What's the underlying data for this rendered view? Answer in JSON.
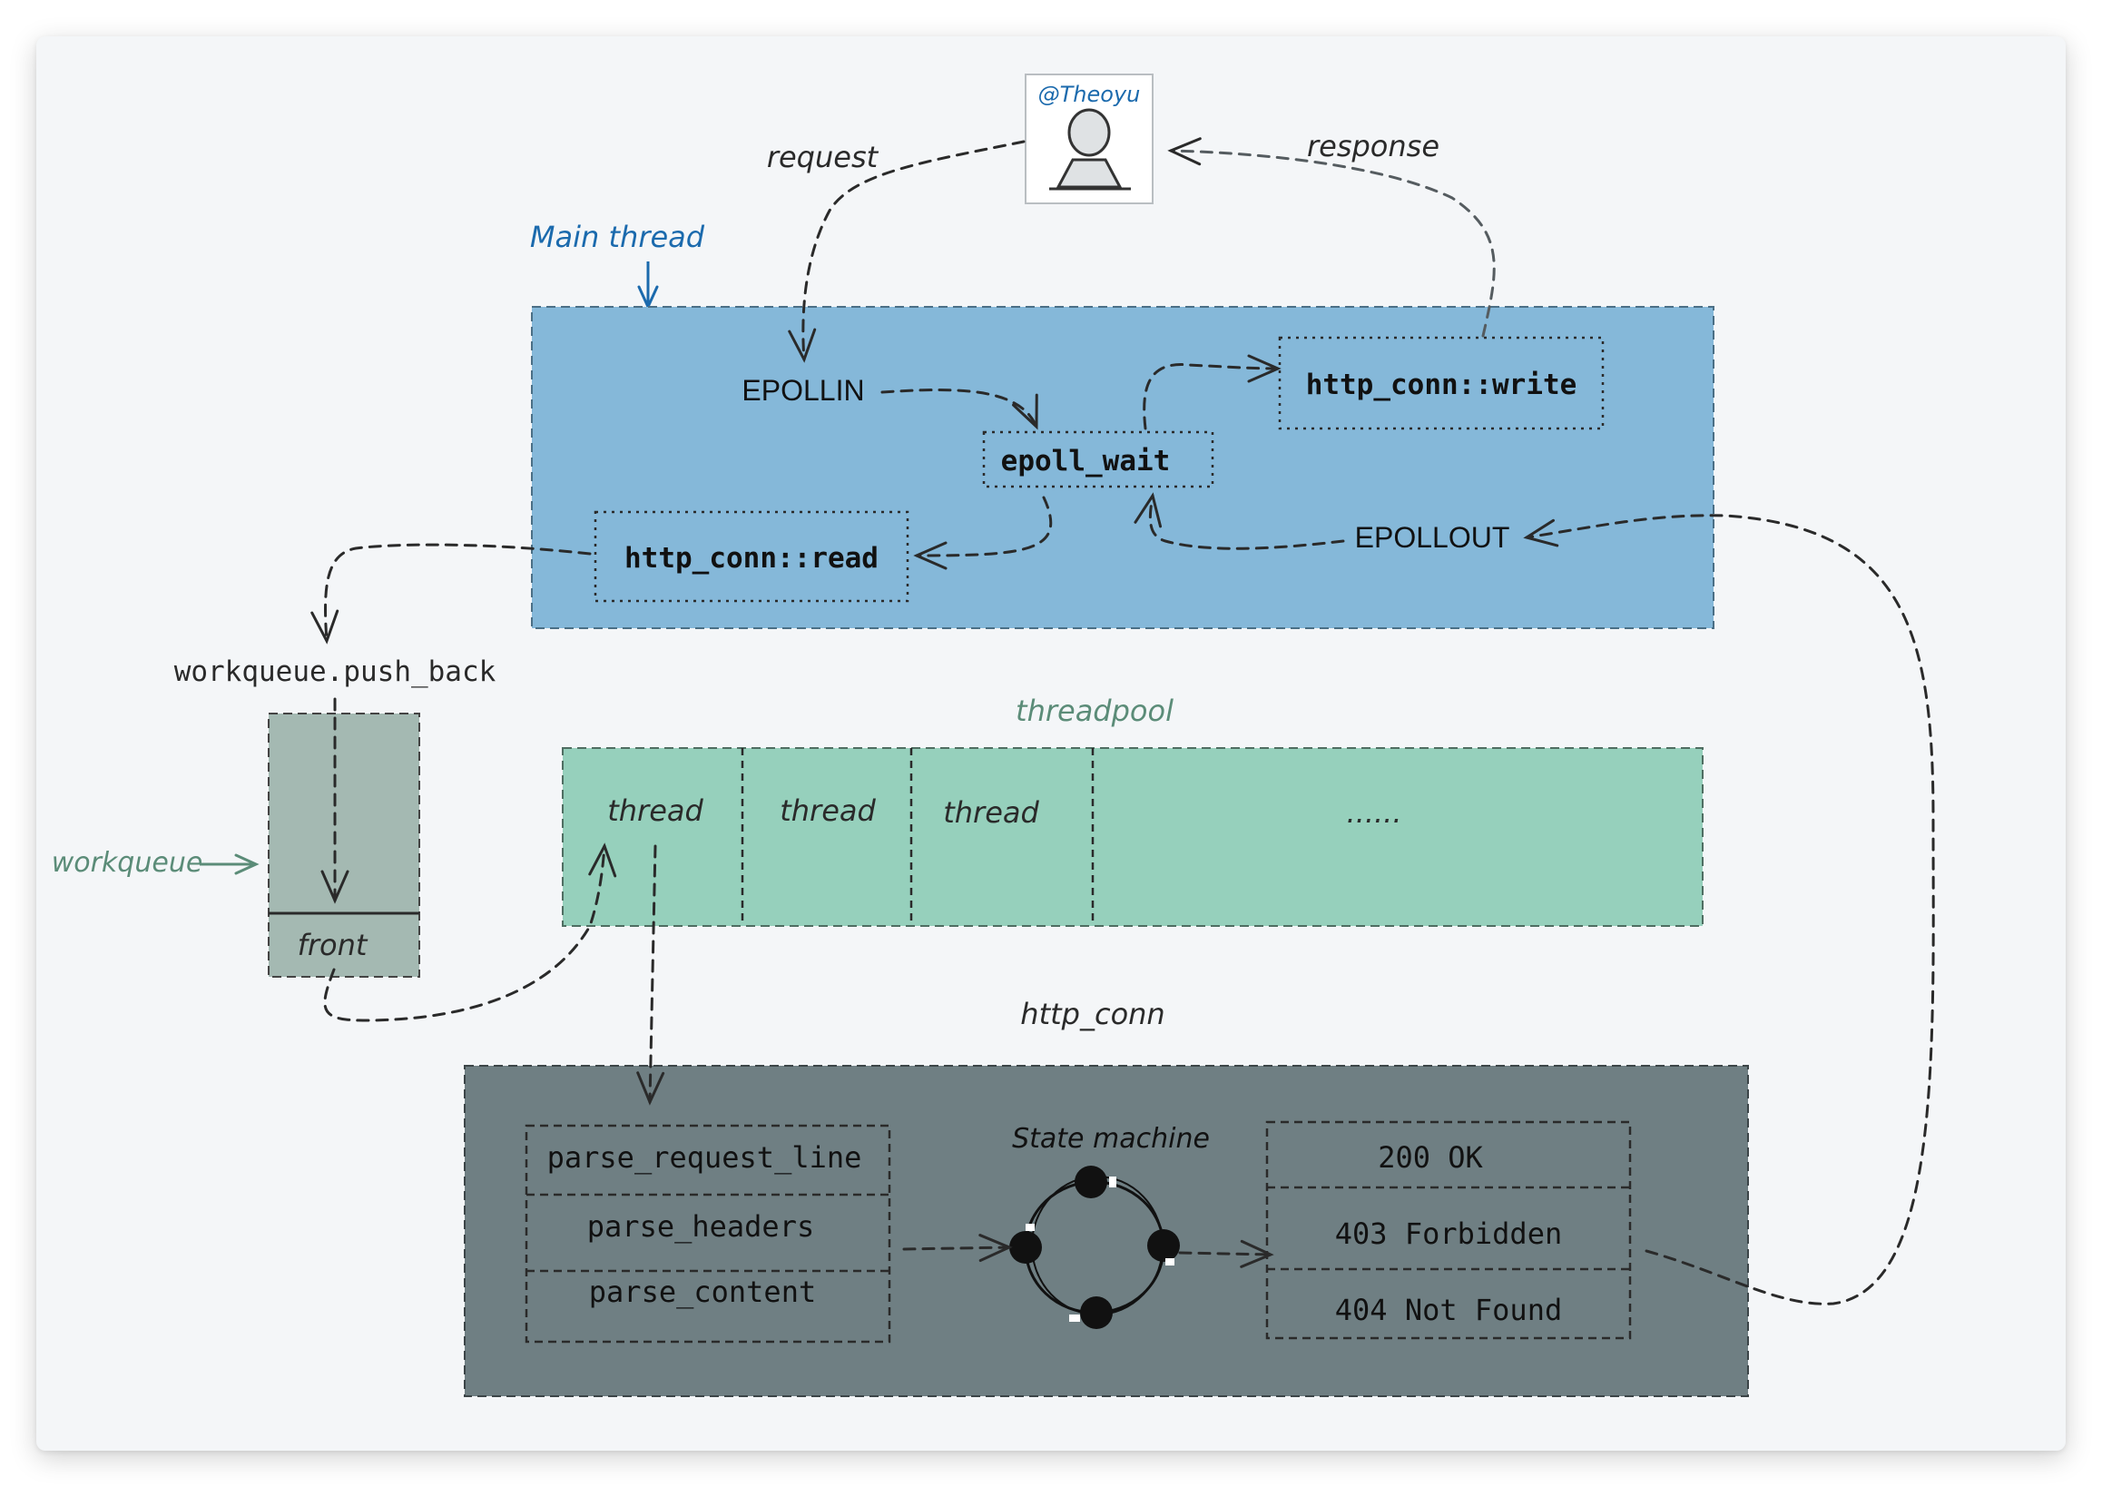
{
  "avatar": {
    "handle": "@Theoyu"
  },
  "labels": {
    "request": "request",
    "response": "response",
    "main_thread": "Main thread",
    "threadpool": "threadpool",
    "http_conn": "http_conn",
    "workqueue": "workqueue",
    "workqueue_push_back": "workqueue.push_back",
    "front": "front",
    "state_machine": "State machine"
  },
  "main_thread": {
    "epollin": "EPOLLIN",
    "epoll_wait": "epoll_wait",
    "http_write": "http_conn::write",
    "http_read": "http_conn::read",
    "epollout": "EPOLLOUT"
  },
  "threadpool": {
    "threads": [
      "thread",
      "thread",
      "thread"
    ],
    "more": "......"
  },
  "http_conn": {
    "parsers": [
      "parse_request_line",
      "parse_headers",
      "parse_content"
    ],
    "responses": [
      "200 OK",
      "403 Forbidden",
      "404 Not Found"
    ]
  },
  "colors": {
    "main_thread_fill": "#85b8d9",
    "threadpool_fill": "#96d0bc",
    "http_conn_fill": "#6f7f83",
    "workqueue_fill": "#a4b9b2",
    "main_thread_label": "#1b6aad",
    "teal_label": "#5b8c78"
  }
}
